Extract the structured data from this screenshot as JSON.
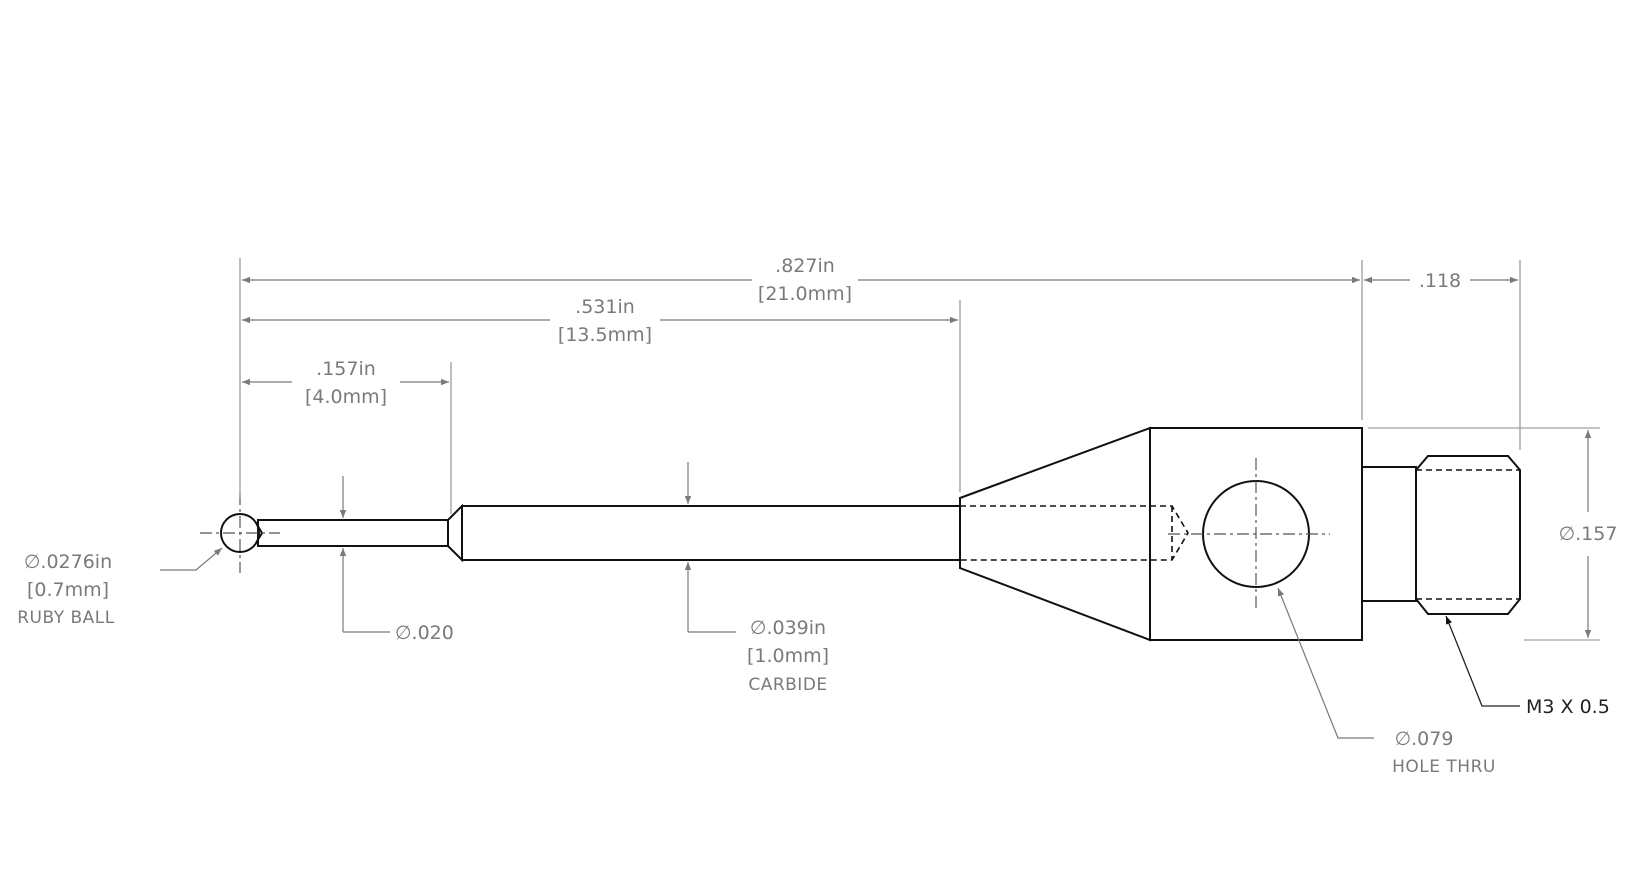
{
  "dimensions": {
    "overall_length": {
      "primary": ".827in",
      "secondary": "[21.0mm]"
    },
    "shank_length": {
      "primary": ".531in",
      "secondary": "[13.5mm]"
    },
    "tip_length": {
      "primary": ".157in",
      "secondary": "[4.0mm]"
    },
    "thread_length": {
      "primary": ".118"
    },
    "body_diameter": {
      "primary": "∅.157"
    },
    "ball_diameter": {
      "primary": "∅.0276in",
      "secondary": "[0.7mm]",
      "note": "RUBY BALL"
    },
    "tip_diameter": {
      "primary": "∅.020"
    },
    "stem_diameter": {
      "primary": "∅.039in",
      "secondary": "[1.0mm]",
      "note": "CARBIDE"
    },
    "hole_diameter": {
      "primary": "∅.079",
      "note": "HOLE THRU"
    },
    "thread_spec": {
      "primary": "M3 X 0.5"
    }
  }
}
